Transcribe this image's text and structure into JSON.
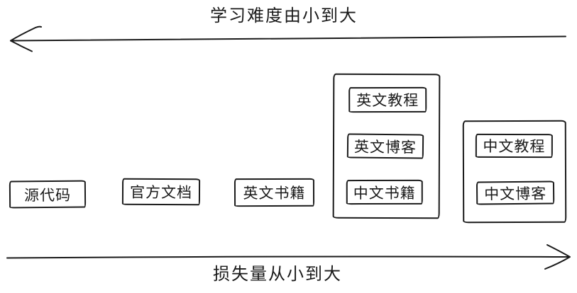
{
  "axes": {
    "top": {
      "label": "学习难度由小到大",
      "direction": "left"
    },
    "bottom": {
      "label": "损失量从小到大",
      "direction": "right"
    }
  },
  "boxes": [
    {
      "label": "源代码"
    },
    {
      "label": "官方文档"
    },
    {
      "label": "英文书籍"
    }
  ],
  "groups": [
    {
      "items": [
        {
          "label": "英文教程"
        },
        {
          "label": "英文博客"
        },
        {
          "label": "中文书籍"
        }
      ]
    },
    {
      "items": [
        {
          "label": "中文教程"
        },
        {
          "label": "中文博客"
        }
      ]
    }
  ],
  "colors": {
    "stroke": "#1a1a1a",
    "text": "#1a1a1a",
    "background": "#ffffff"
  }
}
